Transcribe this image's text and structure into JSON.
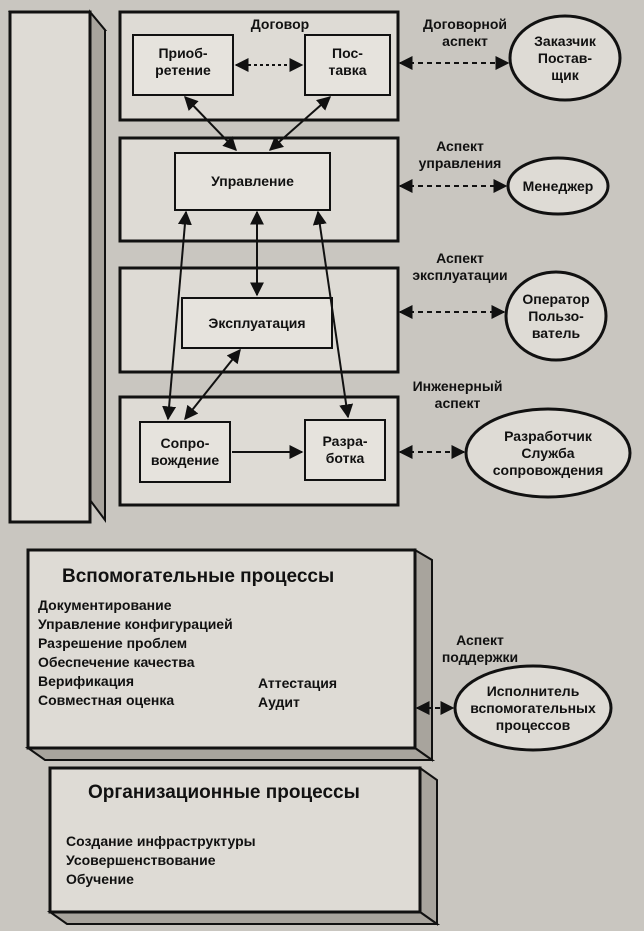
{
  "primary": {
    "contract_group_label": "Договор",
    "acquisition": "Приоб-\nретение",
    "supply": "Пос-\nтавка",
    "management": "Управление",
    "operation": "Эксплуатация",
    "maintenance": "Сопро-\nвождение",
    "development": "Разра-\nботка"
  },
  "aspects": [
    {
      "label": "Договорной\nаспект",
      "actor": "Заказчик\nПостав-\nщик"
    },
    {
      "label": "Аспект\nуправления",
      "actor": "Менеджер"
    },
    {
      "label": "Аспект\nэксплуатации",
      "actor": "Оператор\nПользо-\nватель"
    },
    {
      "label": "Инженерный\nаспект",
      "actor": "Разработчик\nСлужба\nсопровождения"
    },
    {
      "label": "Аспект\nподдержки",
      "actor": "Исполнитель\nвспомогательных\nпроцессов"
    }
  ],
  "supporting": {
    "title": "Вспомогательные процессы",
    "items": [
      "Документирование",
      "Управление конфигурацией",
      "Разрешение проблем",
      "Обеспечение качества",
      "Верификация",
      "Совместная оценка"
    ],
    "items_right": [
      "Аттестация",
      "Аудит"
    ]
  },
  "organizational": {
    "title": "Организационные процессы",
    "items": [
      "Создание инфраструктуры",
      "Усовершенствование",
      "Обучение"
    ]
  },
  "colors": {
    "line": "#111111",
    "background": "#c9c6c0",
    "box": "#dedbd5"
  }
}
